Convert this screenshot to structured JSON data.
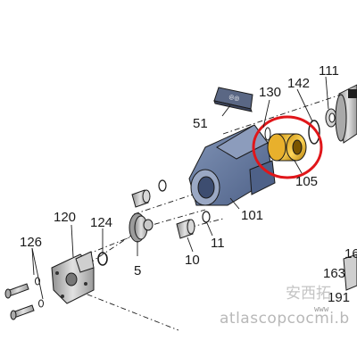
{
  "labels": {
    "l51": "51",
    "l130": "130",
    "l142": "142",
    "l111": "111",
    "l105": "105",
    "l101": "101",
    "l120": "120",
    "l124": "124",
    "l126": "126",
    "l5": "5",
    "l10": "10",
    "l11": "11",
    "l16": "16",
    "l163": "163",
    "l191": "191"
  },
  "watermark": {
    "url_text": "atlascopcocmi.b",
    "chinese_text": "安西拓",
    "www_text": "www"
  },
  "colors": {
    "housing": "#5b6f93",
    "housing_light": "#8c9cbc",
    "plate": "#5a6784",
    "bushing": "#f0b92a",
    "bushing_dark": "#b8860b",
    "highlight": "#e0161a",
    "part_grey": "#b8b8b8"
  }
}
